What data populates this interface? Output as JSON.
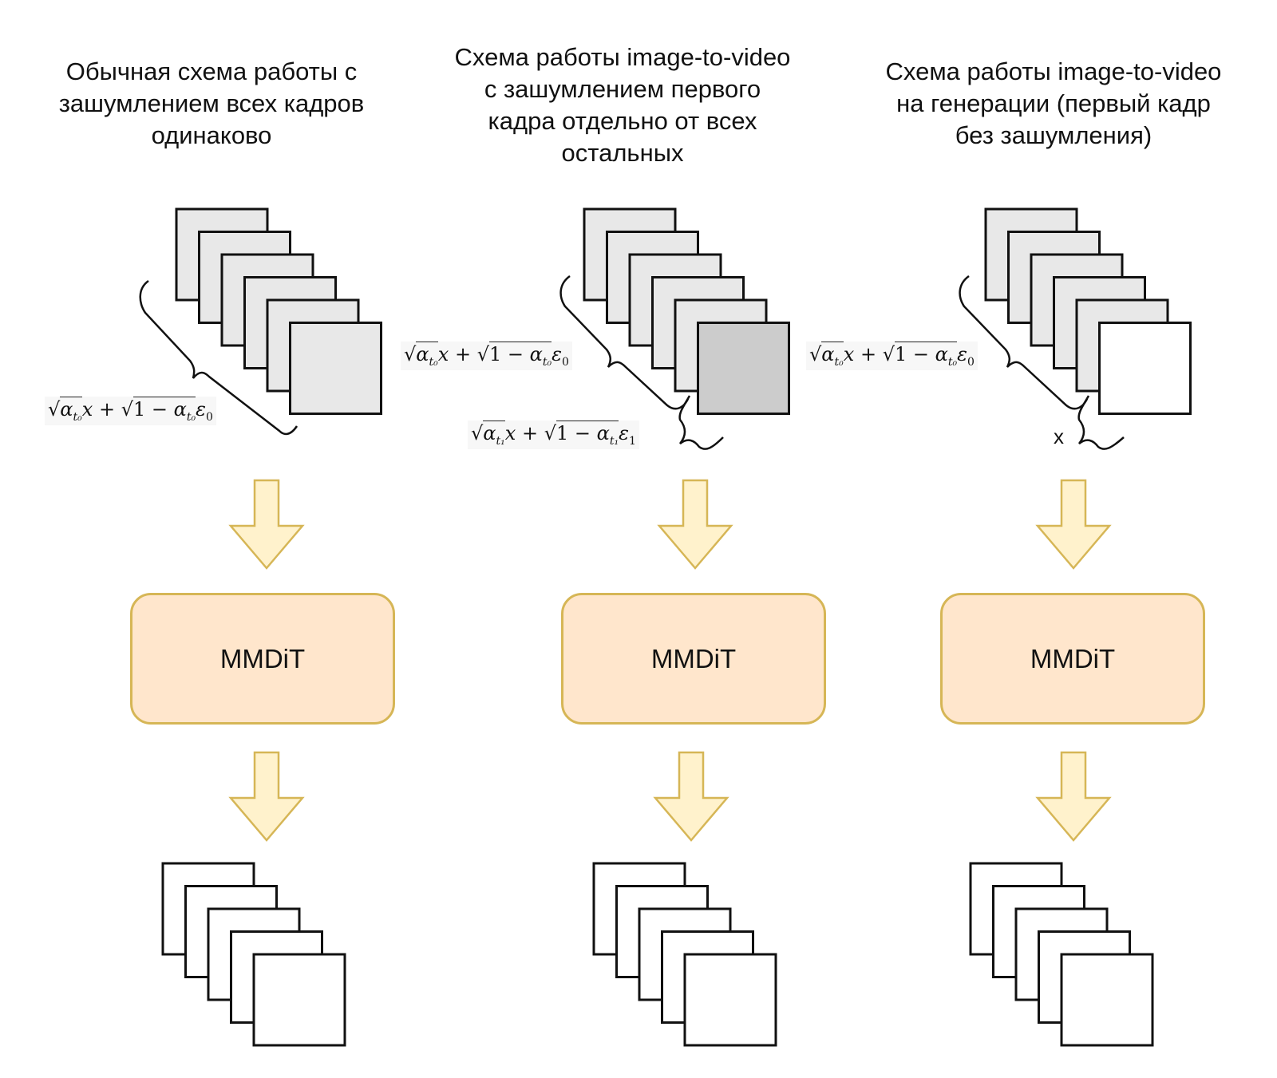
{
  "panels": [
    {
      "title": "Обычная схема работы с\nзашумлением всех кадров\nодинаково",
      "input_frames": {
        "count": 6,
        "fills": [
          "#e8e8e8",
          "#e8e8e8",
          "#e8e8e8",
          "#e8e8e8",
          "#e8e8e8",
          "#e8e8e8"
        ]
      },
      "annotations": [
        {
          "formula": "√α_{t0} x + √(1 − α_{t0}) ε_0",
          "parts": {
            "a": "α",
            "sub": "t₀",
            "x": "x",
            "plus": "+",
            "one_minus": "1 − ",
            "eps": "ε",
            "eps_sub": "0"
          }
        }
      ],
      "model_label": "MMDiT",
      "output_frames": {
        "count": 5
      }
    },
    {
      "title": "Схема работы image-to-video\nс зашумлением первого\nкадра отдельно от всех\nостальных",
      "input_frames": {
        "count": 6,
        "fills": [
          "#e8e8e8",
          "#e8e8e8",
          "#e8e8e8",
          "#e8e8e8",
          "#e8e8e8",
          "#cccccc"
        ]
      },
      "annotations": [
        {
          "formula": "√α_{t0} x + √(1 − α_{t0}) ε_0",
          "parts": {
            "a": "α",
            "sub": "t₀",
            "x": "x",
            "plus": "+",
            "one_minus": "1 − ",
            "eps": "ε",
            "eps_sub": "0"
          }
        },
        {
          "formula": "√α_{t1} x + √(1 − α_{t1}) ε_1",
          "parts": {
            "a": "α",
            "sub": "t₁",
            "x": "x",
            "plus": "+",
            "one_minus": "1 − ",
            "eps": "ε",
            "eps_sub": "1"
          }
        }
      ],
      "model_label": "MMDiT",
      "output_frames": {
        "count": 5
      }
    },
    {
      "title": "Схема работы  image-to-video\nна генерации (первый кадр\nбез зашумления)",
      "input_frames": {
        "count": 6,
        "fills": [
          "#e8e8e8",
          "#e8e8e8",
          "#e8e8e8",
          "#e8e8e8",
          "#e8e8e8",
          "#ffffff"
        ]
      },
      "annotations": [
        {
          "formula": "√α_{t0} x + √(1 − α_{t0}) ε_0",
          "parts": {
            "a": "α",
            "sub": "t₀",
            "x": "x",
            "plus": "+",
            "one_minus": "1 − ",
            "eps": "ε",
            "eps_sub": "0"
          }
        },
        {
          "formula": "x",
          "parts": {
            "x": "x"
          }
        }
      ],
      "model_label": "MMDiT",
      "output_frames": {
        "count": 5
      }
    }
  ],
  "colors": {
    "frame_fill_noisy": "#e8e8e8",
    "frame_fill_first_noisy": "#cccccc",
    "frame_fill_clean": "#ffffff",
    "frame_stroke": "#111111",
    "arrow_fill": "#fff2cc",
    "arrow_stroke": "#d6b656",
    "model_fill": "#ffe6cc",
    "model_stroke": "#d6b656"
  }
}
